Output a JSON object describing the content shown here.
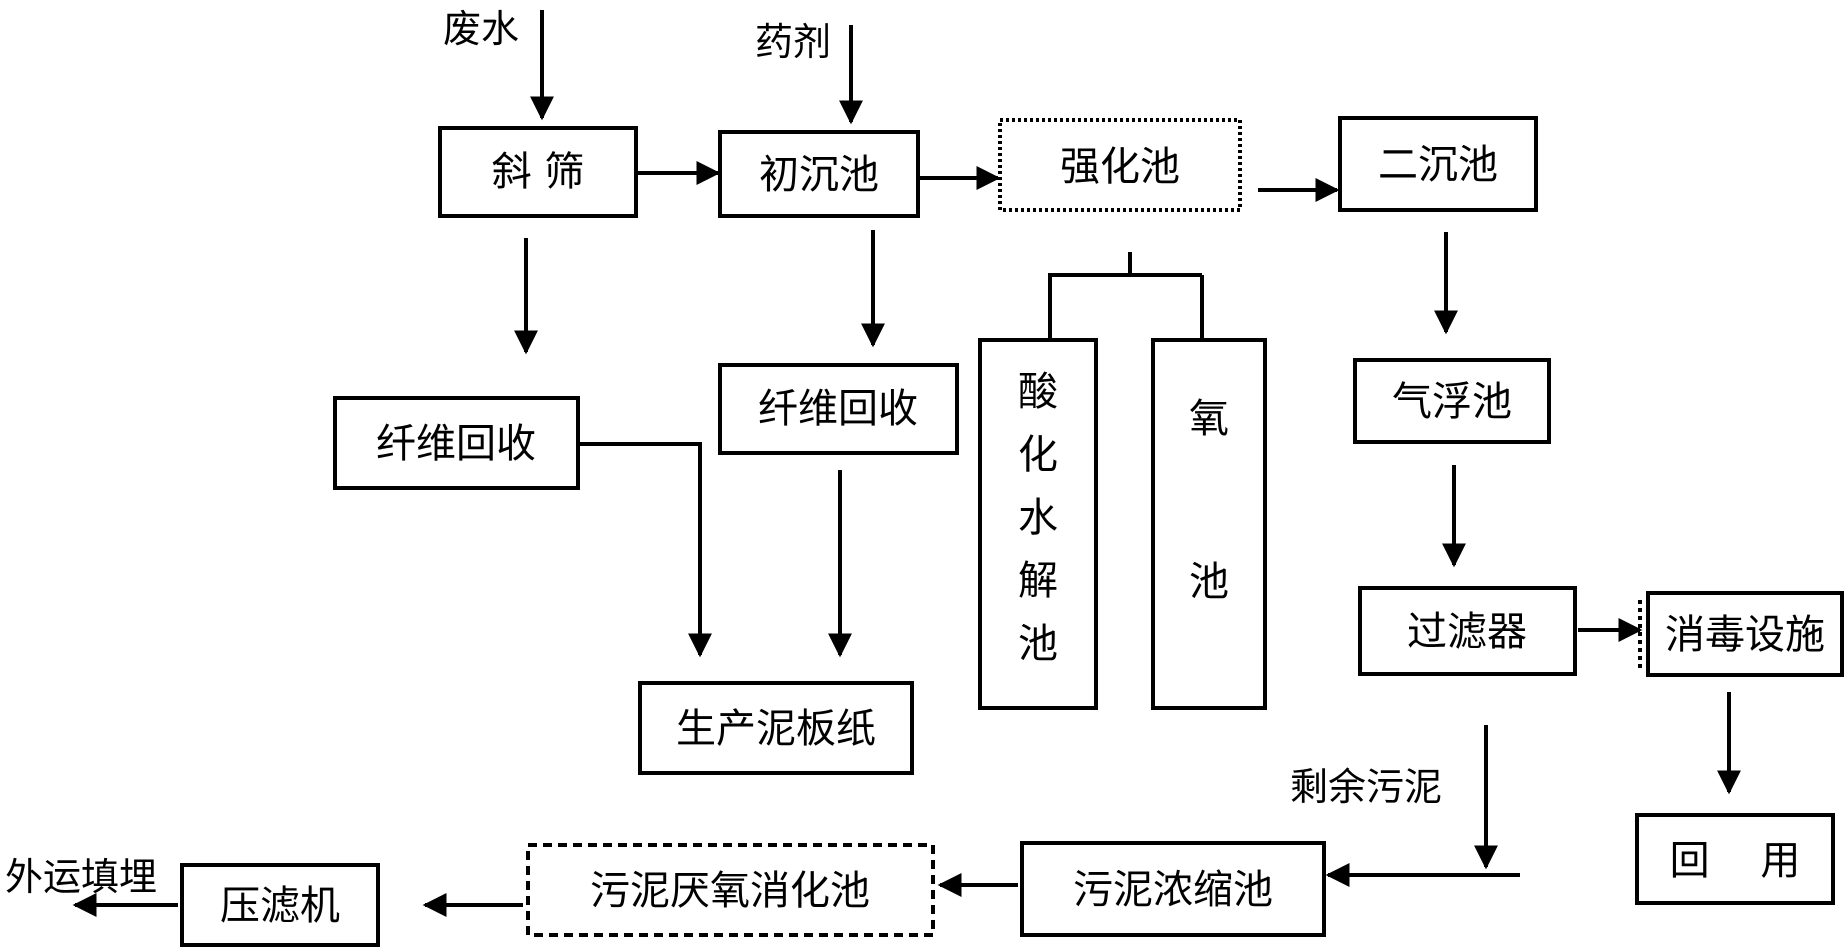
{
  "nodes": {
    "wastewater": "废水",
    "chemicals": "药剂",
    "inclined_screen": "斜 筛",
    "primary_clarifier": "初沉池",
    "enhanced_tank": "强化池",
    "secondary_clarifier": "二沉池",
    "fiber_recovery_1": "纤维回收",
    "fiber_recovery_2": "纤维回收",
    "acid_hydrolysis_chars": [
      "酸",
      "化",
      "水",
      "解",
      "池"
    ],
    "oxic_chars": [
      "氧",
      "池"
    ],
    "air_flotation": "气浮池",
    "filter": "过滤器",
    "disinfection": "消毒设施",
    "reuse": "回    用",
    "mud_board_paper": "生产泥板纸",
    "excess_sludge": "剩余污泥",
    "sludge_thickener": "污泥浓缩池",
    "anaerobic_digester": "污泥厌氧消化池",
    "filter_press": "压滤机",
    "landfill": "外运填埋"
  },
  "colors": {
    "line": "#000000",
    "background": "#ffffff"
  }
}
